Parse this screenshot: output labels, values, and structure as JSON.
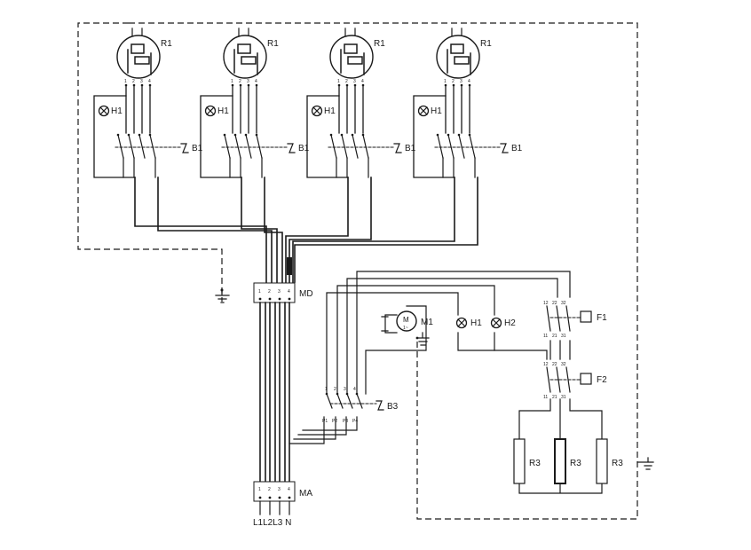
{
  "heaters": [
    {
      "regulator": "R1",
      "lamp": "H1",
      "switch": "B1"
    },
    {
      "regulator": "R1",
      "lamp": "H1",
      "switch": "B1"
    },
    {
      "regulator": "R1",
      "lamp": "H1",
      "switch": "B1"
    },
    {
      "regulator": "R1",
      "lamp": "H1",
      "switch": "B1"
    }
  ],
  "terminals": {
    "md": {
      "label": "MD",
      "pins": [
        "1",
        "2",
        "3",
        "4"
      ]
    },
    "ma": {
      "label": "MA",
      "pins": [
        "1",
        "2",
        "3",
        "4"
      ]
    },
    "supply": "L1L2L3 N"
  },
  "oven": {
    "motor": "M1",
    "motor_symbol": "M",
    "motor_sub": "1~",
    "lamp_1": "H1",
    "lamp_2": "H2",
    "switch": "B3",
    "switch_pins": [
      "P1",
      "P2",
      "P3",
      "P4"
    ],
    "fuse_1": "F1",
    "fuse_2": "F2",
    "resistors": [
      "R3",
      "R3",
      "R3"
    ]
  },
  "icons": [
    "ground-icon",
    "lamp-icon",
    "switch-icon",
    "motor-icon",
    "resistor-icon",
    "fuse-icon"
  ]
}
